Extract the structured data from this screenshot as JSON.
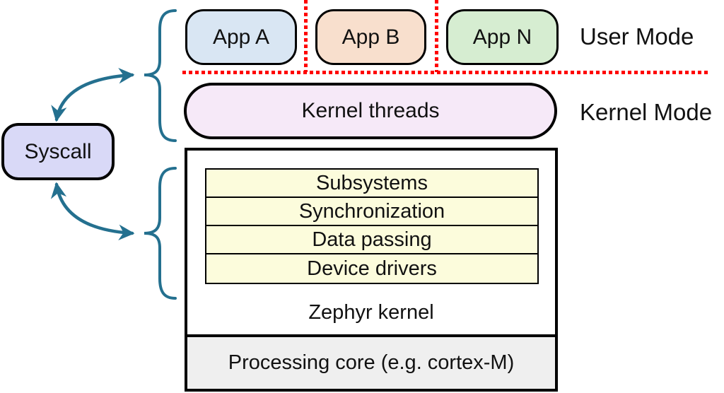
{
  "labels": {
    "user_mode": "User Mode",
    "kernel_mode": "Kernel Mode"
  },
  "syscall": {
    "label": "Syscall"
  },
  "apps": [
    {
      "label": "App A"
    },
    {
      "label": "App B"
    },
    {
      "label": "App N"
    }
  ],
  "kernel_threads": {
    "label": "Kernel threads"
  },
  "kernel_box": {
    "rows": [
      "Subsystems",
      "Synchronization",
      "Data passing",
      "Device drivers"
    ],
    "label": "Zephyr kernel"
  },
  "processing_core": {
    "label": "Processing core (e.g. cortex-M)"
  },
  "icons": {
    "top_brace": "curly-brace-left-facing",
    "bottom_brace": "curly-brace-left-facing",
    "syscall_arrows": "double-headed-curved-arrow"
  },
  "colors": {
    "app_a": "#D9E6F3",
    "app_b": "#F8DFCD",
    "app_n": "#D6EDD1",
    "kernel_threads": "#F6E9F8",
    "syscall": "#D9D9F7",
    "service_row": "#FCFCDC",
    "core": "#EFEFEF",
    "divider": "#FF0000",
    "connector": "#24708F",
    "border": "#000000"
  }
}
